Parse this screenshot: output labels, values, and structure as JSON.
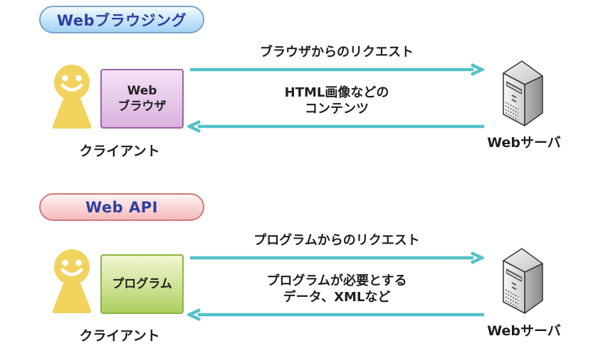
{
  "diagram_title": "Web browsing vs Web API request flow",
  "colors": {
    "arrow": "#52c1c9",
    "label_text": "#1f1f1f",
    "pill_text": "#2e3f9e",
    "browsing_pill_border": "#7aa3c8",
    "browsing_pill_fill_bottom": "#a6d2f5",
    "api_pill_border": "#cf7a7a",
    "api_pill_fill_bottom": "#f5bcbc",
    "browser_box_border": "#9a63a8",
    "browser_box_fill": "#e5c4e8",
    "program_box_border": "#8ab544",
    "program_box_fill": "#c2dc7e",
    "person_yellow": "#f1d35e",
    "server_gray": "#c9c9c9"
  },
  "sections": [
    {
      "id": "web-browsing",
      "title": "Webブラウジング",
      "client_label": "クライアント",
      "box_line1": "Web",
      "box_line2": "ブラウザ",
      "request_label": "ブラウザからのリクエスト",
      "response_line1": "HTML画像などの",
      "response_line2": "コンテンツ",
      "server_label": "Webサーバ"
    },
    {
      "id": "web-api",
      "title": "Web API",
      "client_label": "クライアント",
      "box_line1": "プログラム",
      "box_line2": "",
      "request_label": "プログラムからのリクエスト",
      "response_line1": "プログラムが必要とする",
      "response_line2": "データ、XMLなど",
      "server_label": "Webサーバ"
    }
  ]
}
